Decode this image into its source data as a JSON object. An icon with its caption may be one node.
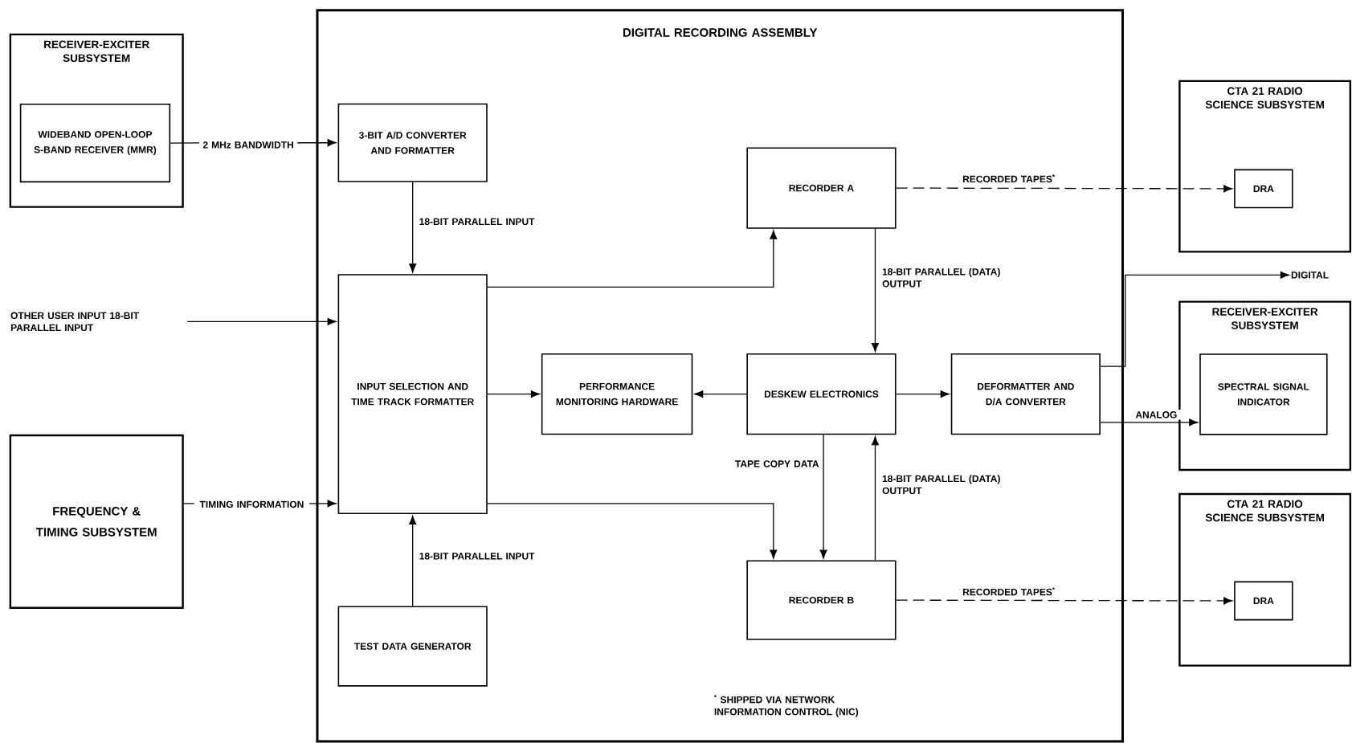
{
  "diagram": {
    "nodes": [
      {
        "text": [
          "RECEIVER-EXCITER SUBSYSTEM"
        ]
      },
      {
        "text": [
          "WIDEBAND OPEN-LOOP S-BAND RECEIVER (MMR)"
        ],
        "in": 0
      },
      {
        "text": [
          "FREQUENCY & TIMING SUBSYSTEM"
        ]
      },
      {
        "text": [
          "DIGITAL RECORDING ASSEMBLY"
        ]
      },
      {
        "text": [
          "3-BIT A/D CONVERTER AND FORMATTER"
        ],
        "in": 3
      },
      {
        "text": [
          "INPUT SELECTION AND TIME TRACK FORMATTER"
        ],
        "in": 3
      },
      {
        "text": [
          "TEST DATA GENERATOR"
        ],
        "in": 3
      },
      {
        "text": [
          "PERFORMANCE MONITORING HARDWARE"
        ],
        "in": 3
      },
      {
        "text": [
          "RECORDER A"
        ],
        "in": 3
      },
      {
        "text": [
          "DESKEW ELECTRONICS"
        ],
        "in": 3
      },
      {
        "text": [
          "RECORDER B"
        ],
        "in": 3
      },
      {
        "text": [
          "DEFORMATTER AND D/A CONVERTER"
        ],
        "in": 3
      },
      {
        "text": [
          "CTA 21 RADIO SCIENCE SUBSYSTEM"
        ]
      },
      {
        "text": [
          "DRA"
        ],
        "in": 12
      },
      {
        "text": [
          "RECEIVER-EXCITER SUBSYSTEM"
        ]
      },
      {
        "text": [
          "SPECTRAL SIGNAL INDICATOR"
        ],
        "in": 14
      },
      {
        "text": [
          "CTA 21 RADIO SCIENCE SUBSYSTEM"
        ]
      },
      {
        "text": [
          "DRA"
        ],
        "in": 16
      },
      {
        "text": [
          "OTHER USER INPUT 18-BIT PARALLEL INPUT"
        ]
      },
      {
        "text": [
          "DIGITAL"
        ]
      }
    ],
    "edges": [
      {
        "from": 1,
        "to": 4,
        "arrow": "to",
        "label": "2 MHz BANDWIDTH"
      },
      {
        "from": 4,
        "to": 5,
        "arrow": "to",
        "label": "18-BIT PARALLEL INPUT"
      },
      {
        "from": 18,
        "to": 5,
        "arrow": "to"
      },
      {
        "from": 2,
        "to": 5,
        "arrow": "to",
        "label": "TIMING INFORMATION"
      },
      {
        "from": 6,
        "to": 5,
        "arrow": "to",
        "label": "18-BIT PARALLEL INPUT"
      },
      {
        "from": 5,
        "to": 7,
        "arrow": "to"
      },
      {
        "from": 5,
        "to": 8,
        "arrow": "to"
      },
      {
        "from": 5,
        "to": 10,
        "arrow": "to"
      },
      {
        "from": 9,
        "to": 7,
        "arrow": "to"
      },
      {
        "from": 8,
        "to": 9,
        "arrow": "to",
        "label": "18-BIT PARALLEL (DATA) OUTPUT"
      },
      {
        "from": 9,
        "to": 10,
        "arrow": "to",
        "label": "TAPE COPY DATA"
      },
      {
        "from": 10,
        "to": 9,
        "arrow": "to",
        "label": "18-BIT PARALLEL (DATA) OUTPUT"
      },
      {
        "from": 9,
        "to": 11,
        "arrow": "to"
      },
      {
        "from": 11,
        "to": 19,
        "arrow": "to"
      },
      {
        "from": 11,
        "to": 15,
        "arrow": "to",
        "label": "ANALOG"
      },
      {
        "from": 8,
        "to": 13,
        "arrow": "to",
        "style": "dashed",
        "label": "RECORDED TAPES$^{*}$"
      },
      {
        "from": 10,
        "to": 17,
        "arrow": "to",
        "style": "dashed",
        "label": "RECORDED TAPES$^{*}$"
      }
    ],
    "labels": [
      "$^{*}$ SHIPPED VIA NETWORK INFORMATION CONTROL (NIC)"
    ]
  }
}
